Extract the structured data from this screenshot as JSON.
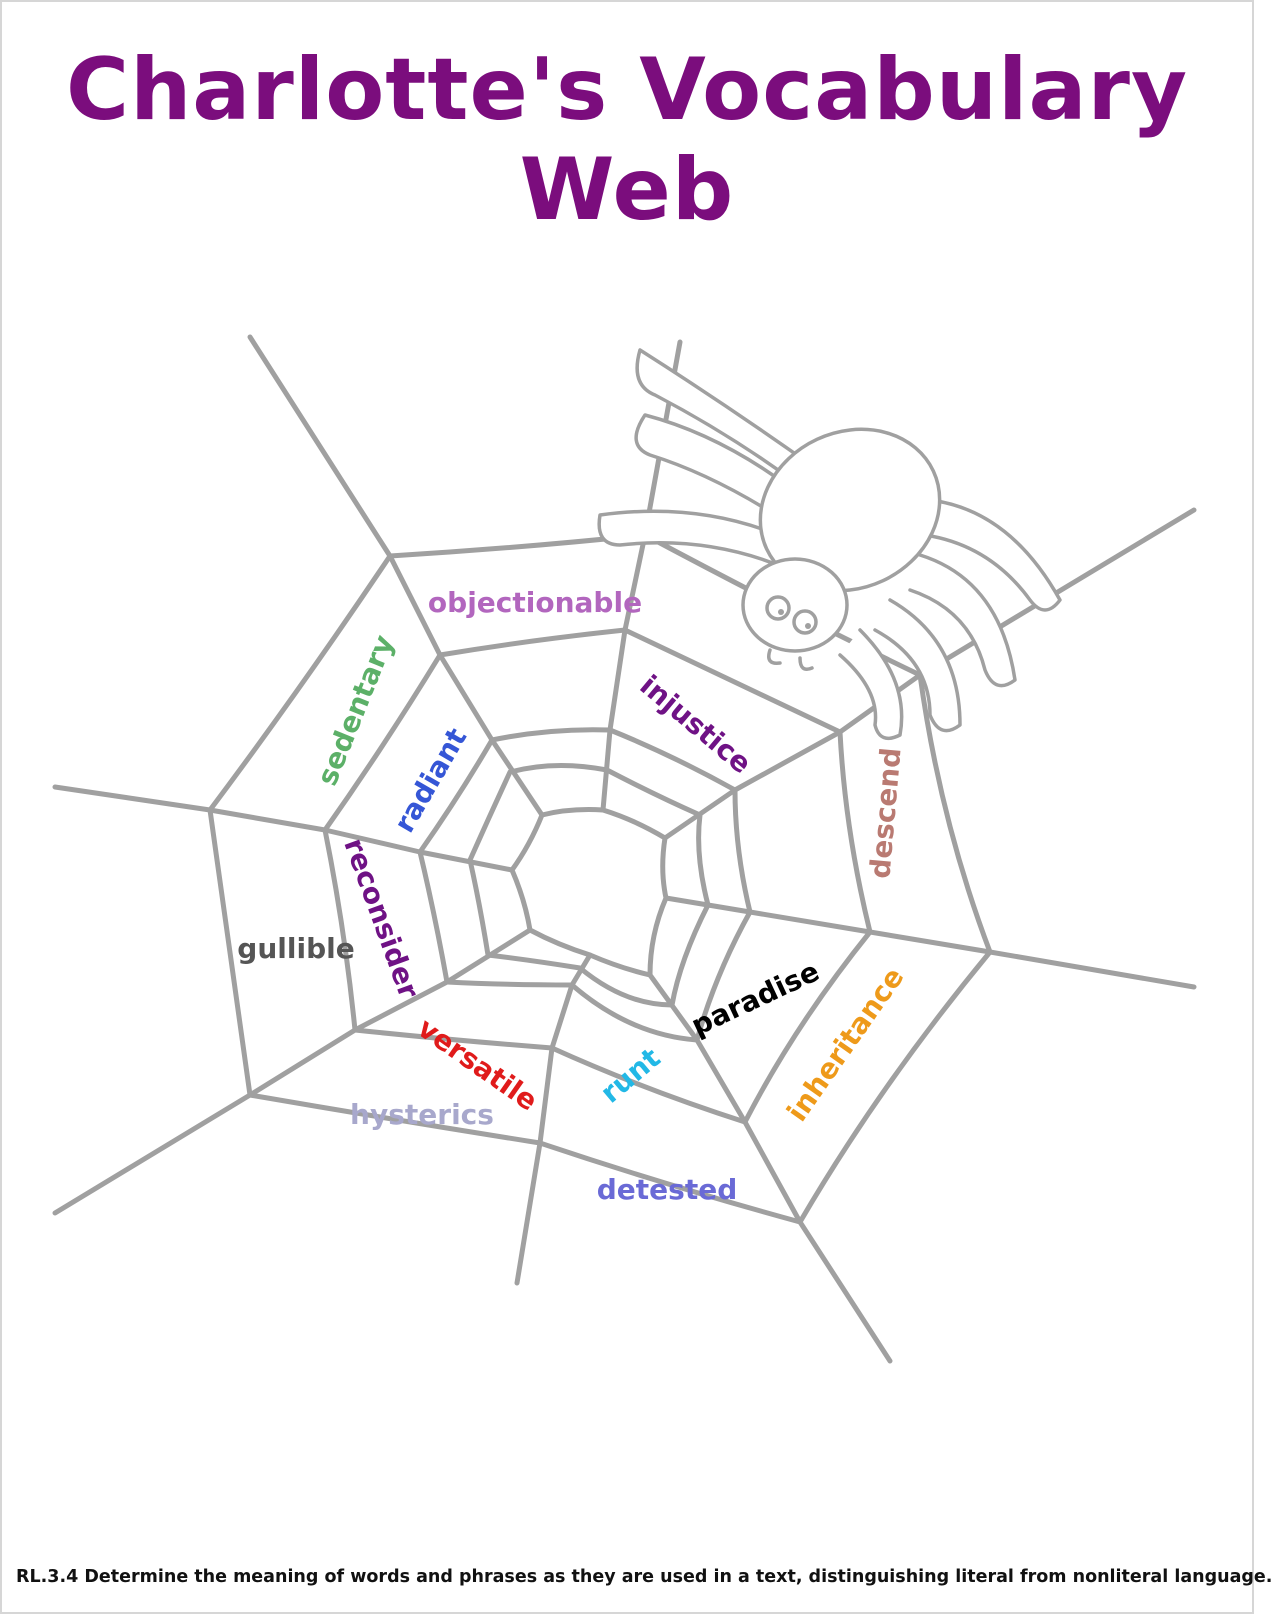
{
  "title": "Charlotte's Vocabulary Web",
  "words": [
    {
      "text": "objectionable",
      "color": "#b266be"
    },
    {
      "text": "sedentary",
      "color": "#5cb068"
    },
    {
      "text": "radiant",
      "color": "#3556d6"
    },
    {
      "text": "injustice",
      "color": "#6f1285"
    },
    {
      "text": "descend",
      "color": "#b97a72"
    },
    {
      "text": "reconsider",
      "color": "#6f1285"
    },
    {
      "text": "gullible",
      "color": "#555555"
    },
    {
      "text": "paradise",
      "color": "#000000"
    },
    {
      "text": "inheritance",
      "color": "#ee9a1a"
    },
    {
      "text": "versatile",
      "color": "#e01b1b"
    },
    {
      "text": "runt",
      "color": "#22b8e6"
    },
    {
      "text": "hysterics",
      "color": "#a8a8cc"
    },
    {
      "text": "detested",
      "color": "#6a6ad6"
    }
  ],
  "footer": "RL.3.4 Determine the meaning of words and phrases as they are used in a text, distinguishing literal from nonliteral language."
}
